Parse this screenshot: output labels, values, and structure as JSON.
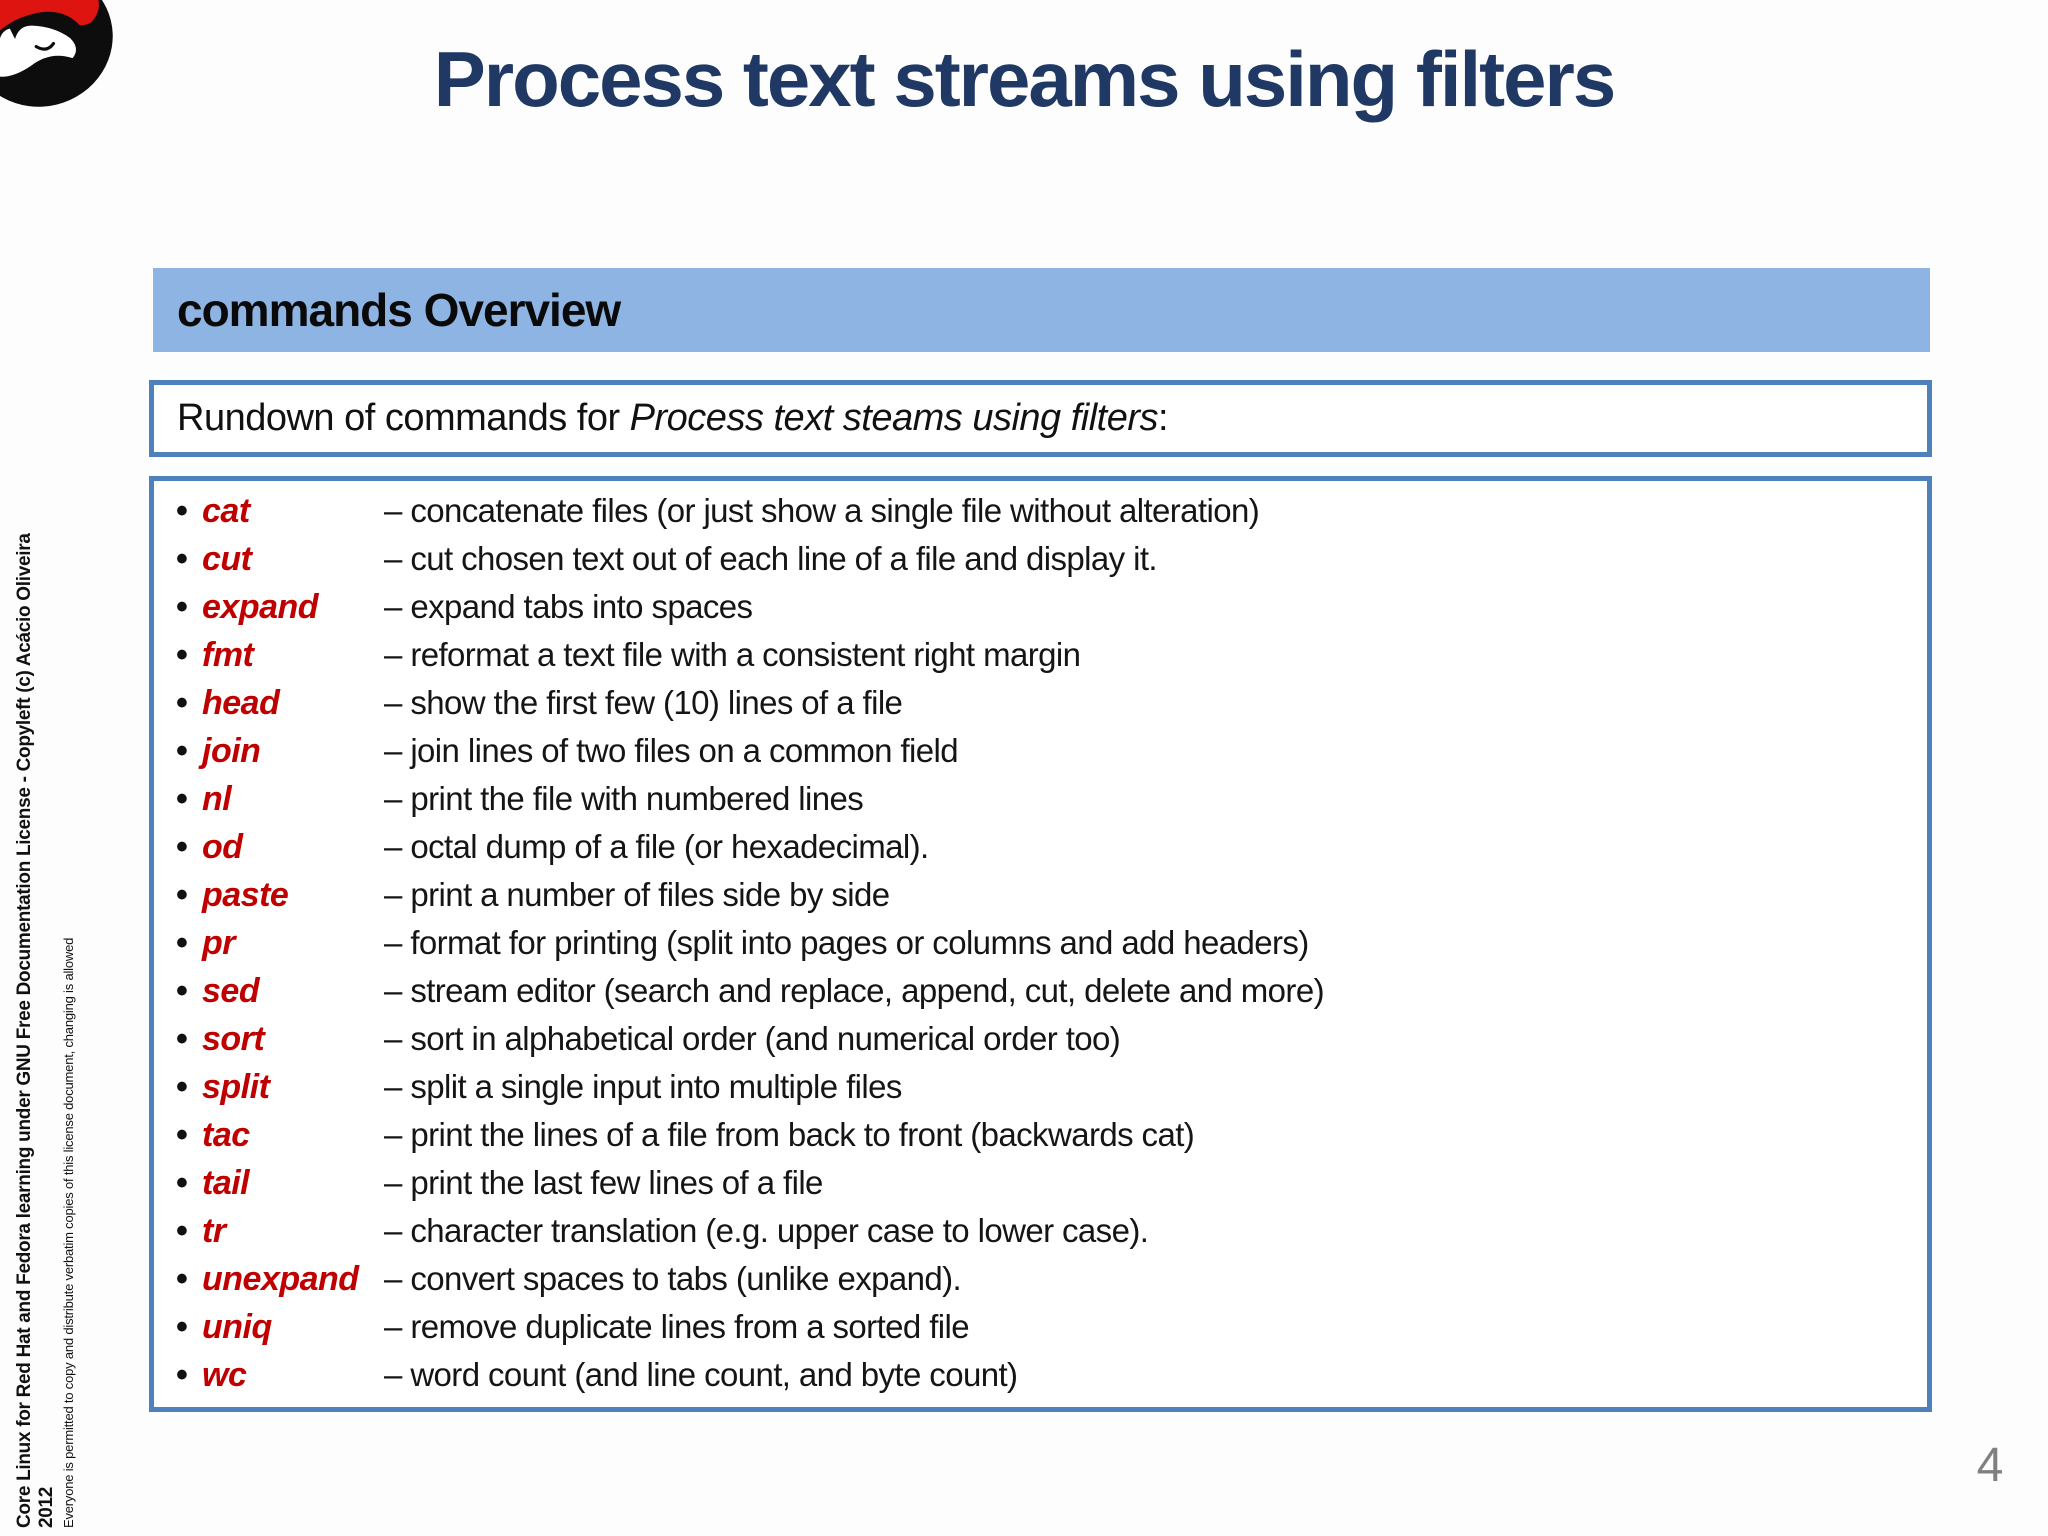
{
  "title": "Process text streams using filters",
  "section_header": "commands Overview",
  "intro": {
    "prefix": "Rundown of commands for ",
    "emphasis": "Process text steams using filters",
    "suffix": ":"
  },
  "bullet_glyph": "•",
  "commands": [
    {
      "name": "cat",
      "desc": "– concatenate files (or just show a single file without alteration)"
    },
    {
      "name": "cut",
      "desc": "– cut chosen text out of each line of a file and display it."
    },
    {
      "name": "expand",
      "desc": "– expand tabs into spaces"
    },
    {
      "name": "fmt",
      "desc": "– reformat a text file with a consistent right margin"
    },
    {
      "name": "head",
      "desc": "– show the first few (10) lines of a file"
    },
    {
      "name": "join",
      "desc": "– join lines of two files on a common field"
    },
    {
      "name": "nl",
      "desc": "– print the file with numbered lines"
    },
    {
      "name": "od",
      "desc": "– octal dump of a file (or hexadecimal)."
    },
    {
      "name": "paste",
      "desc": "– print a number of files side by side"
    },
    {
      "name": "pr",
      "desc": "– format for printing (split into pages or columns and add headers)"
    },
    {
      "name": "sed",
      "desc": "– stream editor (search and replace, append, cut, delete and more)"
    },
    {
      "name": "sort",
      "desc": "– sort in alphabetical order (and numerical order too)"
    },
    {
      "name": "split",
      "desc": "– split a single input into multiple files"
    },
    {
      "name": "tac",
      "desc": "– print the lines of a file from back to front (backwards cat)"
    },
    {
      "name": "tail",
      "desc": "– print the last few lines of a file"
    },
    {
      "name": "tr",
      "desc": "– character translation (e.g. upper case to lower case)."
    },
    {
      "name": "unexpand",
      "desc": "– convert spaces to tabs (unlike expand)."
    },
    {
      "name": "uniq",
      "desc": "– remove duplicate lines from a sorted file"
    },
    {
      "name": "wc",
      "desc": "– word count (and line count, and byte count)"
    }
  ],
  "sidebar": {
    "line1": "Core Linux for Red Hat and Fedora learning under GNU Free Documentation License  - Copyleft (c) Acácio Oliveira 2012",
    "line2": "Everyone is permitted to copy and distribute verbatim copies of this license document, changing is allowed"
  },
  "page_number": "4",
  "colors": {
    "title_navy": "#1f3864",
    "header_bar_blue": "#8eb4e3",
    "box_border_blue": "#4f81bd",
    "command_red": "#c00000",
    "page_number_gray": "#808080"
  }
}
